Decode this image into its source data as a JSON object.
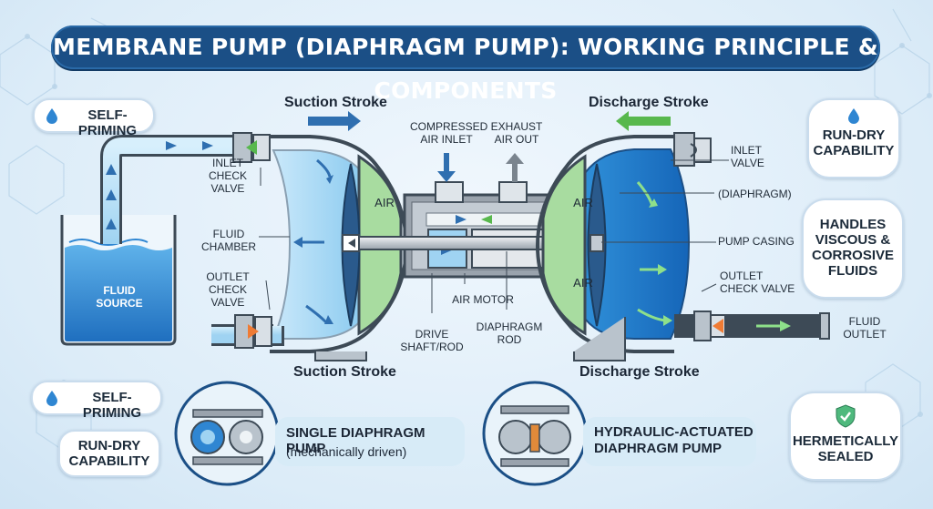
{
  "title": "MEMBRANE PUMP (DIAPHRAGM PUMP): WORKING PRINCIPLE & COMPONENTS",
  "strokes": {
    "suction_top": "Suction Stroke",
    "discharge_top": "Discharge Stroke",
    "suction_bottom": "Suction Stroke",
    "discharge_bottom": "Discharge Stroke"
  },
  "labels": {
    "compressed_air": "COMPRESSED\nAIR INLET",
    "exhaust_air": "EXHAUST\nAIR OUT",
    "inlet_check_valve": "INLET\nCHECK VALVE",
    "fluid_chamber": "FLUID\nCHAMBER",
    "outlet_check_valve_left": "OUTLET\nCHECK VALVE",
    "fluid_source": "FLUID\nSOURCE",
    "air_left": "AIR",
    "air_right_top": "AIR",
    "air_right_bottom": "AIR",
    "air_motor": "AIR MOTOR",
    "drive_shaft": "DRIVE\nSHAFT/ROD",
    "diaphragm_rod": "DIAPHRAGM\nROD",
    "inlet_valve": "INLET\nVALVE",
    "diaphragm": "(DIAPHRAGM)",
    "pump_casing": "PUMP CASING",
    "outlet_check_valve_right": "OUTLET\nCHECK VALVE",
    "fluid_outlet": "FLUID\nOUTLET"
  },
  "badges": {
    "self_priming_top": "SELF-PRIMING",
    "run_dry_right": "RUN-DRY\nCAPABILITY",
    "viscous": "HANDLES\nVISCOUS &\nCORROSIVE\nFLUIDS",
    "self_priming_bottom": "SELF-PRIMING",
    "run_dry_bottom": "RUN-DRY\nCAPABILITY",
    "hermetic": "HERMETICALLY\nSEALED"
  },
  "pumps": {
    "single": {
      "title": "SINGLE DIAPHRAGM PUMP",
      "subtitle": "(mechanically driven)"
    },
    "hydraulic": {
      "title": "HYDRAULIC-ACTUATED\nDIAPHRAGM PUMP"
    }
  },
  "icons": [
    "water-drop-icon",
    "shield-check-icon",
    "arrow-icon"
  ],
  "colors": {
    "title_bg": "#1b4f86",
    "fluid_light": "#8fcaef",
    "fluid_dark": "#1f78c8",
    "air_green": "#a8dca0",
    "casing": "#8e98a3",
    "suction_arrow": "#2f6fb0",
    "discharge_arrow": "#4caf50"
  }
}
